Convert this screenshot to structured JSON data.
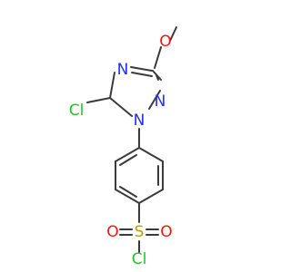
{
  "molecule": {
    "atoms": {
      "O_methoxy": "O",
      "N4": "N",
      "N2": "N",
      "N1": "N",
      "Cl_triazole": "Cl",
      "S": "S",
      "O_left": "O",
      "O_right": "O",
      "Cl_sulfonyl": "Cl"
    }
  },
  "colors": {
    "bond": "#3a3a3a",
    "nitrogen": "#1f2fff",
    "oxygen": "#ff1010",
    "chlorine": "#22c422",
    "sulfur": "#b8a000"
  }
}
